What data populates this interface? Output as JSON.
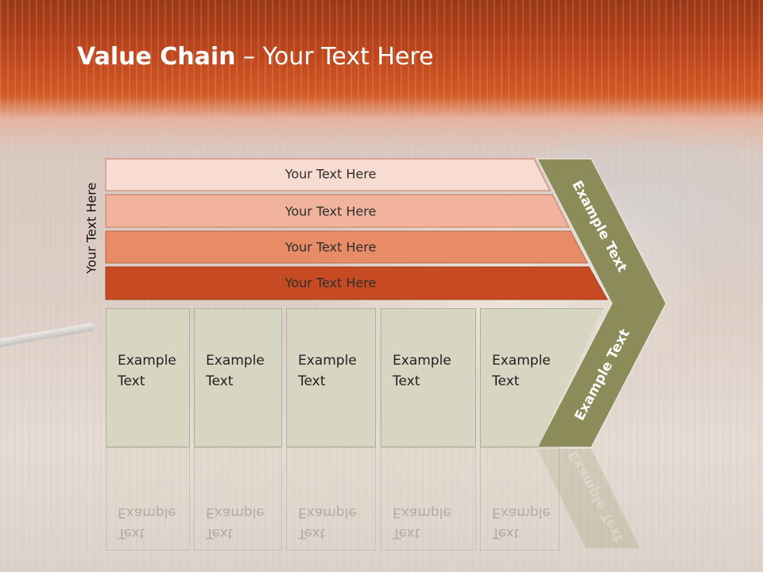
{
  "title": {
    "bold": "Value Chain",
    "rest": " – Your Text Here"
  },
  "side_label": "Your Text Here",
  "bars": [
    {
      "label": "Your Text Here",
      "color": "#f8dcd2"
    },
    {
      "label": "Your Text Here",
      "color": "#f1b39c"
    },
    {
      "label": "Your Text Here",
      "color": "#e88c67"
    },
    {
      "label": "Your Text Here",
      "color": "#c74b22"
    }
  ],
  "boxes": [
    {
      "line1": "Example",
      "line2": "Text"
    },
    {
      "line1": "Example",
      "line2": "Text"
    },
    {
      "line1": "Example",
      "line2": "Text"
    },
    {
      "line1": "Example",
      "line2": "Text"
    },
    {
      "line1": "Example",
      "line2": "Text"
    }
  ],
  "chevron": {
    "top_label": "Example Text",
    "bottom_label": "Example Text",
    "color": "#8b8c5a"
  },
  "colors": {
    "header_dark": "#9a3716",
    "header_light": "#d55a26",
    "box_fill": "#d6d6c3"
  }
}
